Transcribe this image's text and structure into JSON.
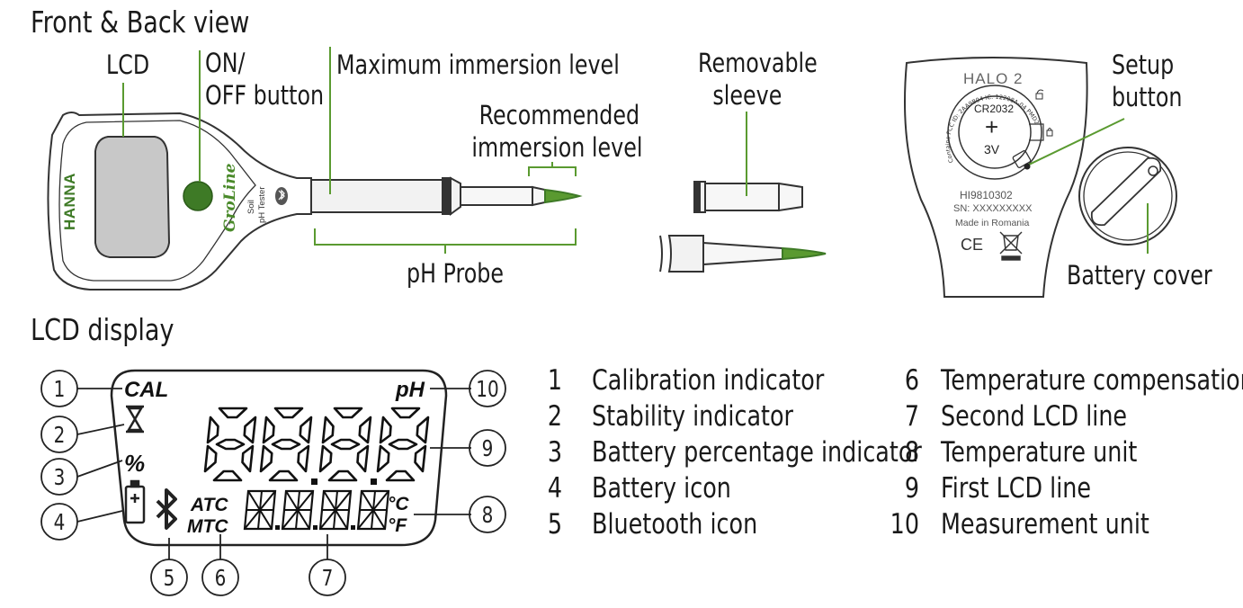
{
  "headings": {
    "front_back": "Front & Back view",
    "lcd_display": "LCD display"
  },
  "callouts": {
    "lcd": "LCD",
    "on_off_line1": "ON/",
    "on_off_line2": "OFF button",
    "max_immersion": "Maximum immersion level",
    "rec_immersion_line1": "Recommended",
    "rec_immersion_line2": "immersion level",
    "ph_probe": "pH Probe",
    "sleeve_line1": "Removable",
    "sleeve_line2": "sleeve",
    "setup_line1": "Setup",
    "setup_line2": "button",
    "battery_cover": "Battery cover"
  },
  "device_front": {
    "brand": "HANNA",
    "product_logo": "GroLine",
    "product_line1": "Soil",
    "product_line2": "pH Tester"
  },
  "device_back": {
    "logo": "HALO 2",
    "battery_model": "CR2032",
    "battery_polarity": "+",
    "battery_voltage": "3V",
    "model": "HI9810302",
    "serial": "SN: XXXXXXXXX",
    "made_in": "Made in Romania",
    "ce_mark": "CE",
    "battery_ring_text": "Contains FCC ID: 2AA9B04 IC: 12208A-04 PMD210-1057E"
  },
  "lcd": {
    "cal": "CAL",
    "ph": "pH",
    "percent": "%",
    "digits": "88.8.8",
    "atc": "ATC",
    "mtc": "MTC",
    "deg_c": "°C",
    "deg_f": "°F",
    "second_line": "8.8.8.8"
  },
  "markers": [
    "1",
    "2",
    "3",
    "4",
    "5",
    "6",
    "7",
    "8",
    "9",
    "10"
  ],
  "legend": [
    {
      "num": "1",
      "text": "Calibration indicator"
    },
    {
      "num": "2",
      "text": "Stability indicator"
    },
    {
      "num": "3",
      "text": "Battery percentage indicator"
    },
    {
      "num": "4",
      "text": "Battery icon"
    },
    {
      "num": "5",
      "text": "Bluetooth icon"
    },
    {
      "num": "6",
      "text": "Temperature compensation"
    },
    {
      "num": "7",
      "text": "Second LCD line"
    },
    {
      "num": "8",
      "text": "Temperature unit"
    },
    {
      "num": "9",
      "text": "First LCD line"
    },
    {
      "num": "10",
      "text": "Measurement unit"
    }
  ],
  "colors": {
    "accent_green": "#4a8a2a",
    "leader_green": "#5a9a30",
    "outline": "#333333",
    "screen_gray": "#c8c8c8"
  }
}
